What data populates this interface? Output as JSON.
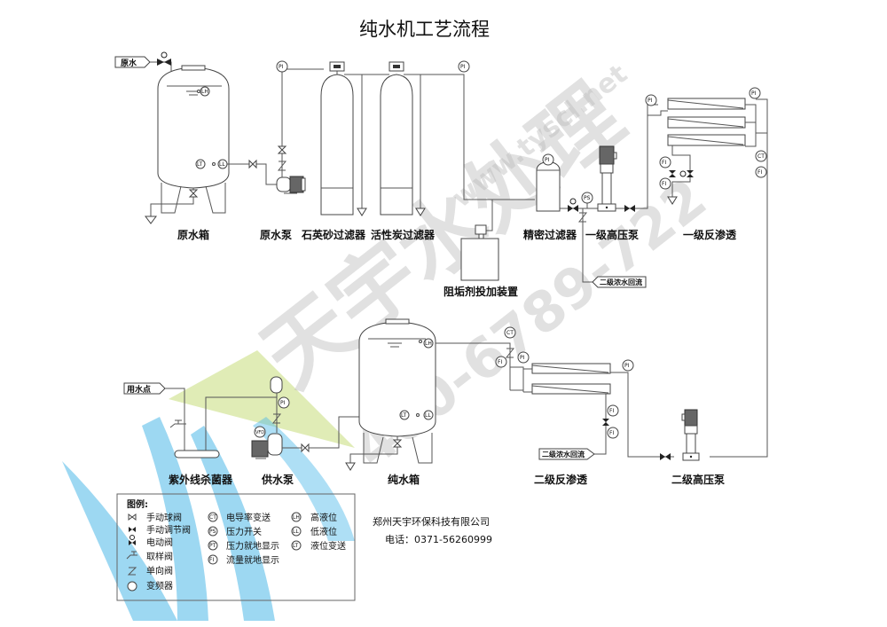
{
  "title": "纯水机工艺流程",
  "watermark": {
    "url_text": "www.tyscl.net",
    "brand_text": "天宇水处理",
    "phone_text": "400-6789-722",
    "colors": {
      "blue": "#4cb8e8",
      "green": "#c6dd7a",
      "gray": "#bdbdbd"
    }
  },
  "equipment": {
    "raw_tank": "原水箱",
    "raw_pump": "原水泵",
    "sand_filter": "石英砂过滤器",
    "carbon_filter": "活性炭过滤器",
    "antiscalant": "阻垢剂投加装置",
    "precision_filter": "精密过滤器",
    "hp_pump_1": "一级高压泵",
    "ro_1": "一级反渗透",
    "uv_sterilizer": "紫外线杀菌器",
    "supply_pump": "供水泵",
    "pure_tank": "纯水箱",
    "ro_2": "二级反渗透",
    "hp_pump_2": "二级高压泵"
  },
  "tags": {
    "raw_water": "原水",
    "use_point": "用水点",
    "concentrate_return_top": "二级浓水回流",
    "concentrate_return_bottom": "二级浓水回流"
  },
  "instruments": {
    "PI": "PI",
    "PS": "PS",
    "CT": "CT",
    "FI": "FI",
    "LH": "LH",
    "LL": "LL",
    "LT": "LT",
    "VFD": "VFD"
  },
  "legend": {
    "title": "图例:",
    "col1": [
      {
        "icon": "manual-ball-valve",
        "label": "手动球阀"
      },
      {
        "icon": "manual-regulating-valve",
        "label": "手动调节阀"
      },
      {
        "icon": "electric-valve",
        "label": "电动阀"
      },
      {
        "icon": "sampling-valve",
        "label": "取样阀"
      },
      {
        "icon": "check-valve",
        "label": "单向阀"
      },
      {
        "icon": "vfd",
        "label": "变频器"
      }
    ],
    "col2": [
      {
        "icon": "CT",
        "label": "电导率变送"
      },
      {
        "icon": "PS",
        "label": "压力开关"
      },
      {
        "icon": "PT",
        "label": "压力就地显示"
      },
      {
        "icon": "FI",
        "label": "流量就地显示"
      }
    ],
    "col3": [
      {
        "icon": "LH",
        "label": "高液位"
      },
      {
        "icon": "LL",
        "label": "低液位"
      },
      {
        "icon": "LT",
        "label": "液位变送"
      }
    ]
  },
  "company": {
    "name": "郑州天宇环保科技有限公司",
    "phone": "电话：0371-56260999"
  }
}
